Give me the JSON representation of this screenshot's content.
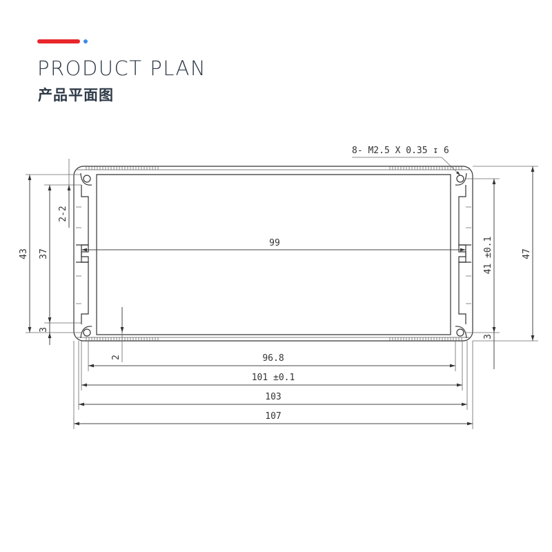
{
  "header": {
    "title_en": "PRODUCT PLAN",
    "title_cn": "产品平面图",
    "accent_color": "#e8262b",
    "dot_color": "#3f8be6"
  },
  "drawing": {
    "thread_note": "8- M2.5 X 0.35 ↧ 6",
    "dims": {
      "height_outer": "47",
      "height_left": "43",
      "height_inner": "37",
      "slot": "2-2",
      "bottom_left": "3",
      "bottom_right": "3",
      "height_right": "41 ±0.1",
      "inner_width": "99",
      "wall": "2",
      "w1": "96.8",
      "w2": "101 ±0.1",
      "w3": "103",
      "w4": "107"
    }
  }
}
